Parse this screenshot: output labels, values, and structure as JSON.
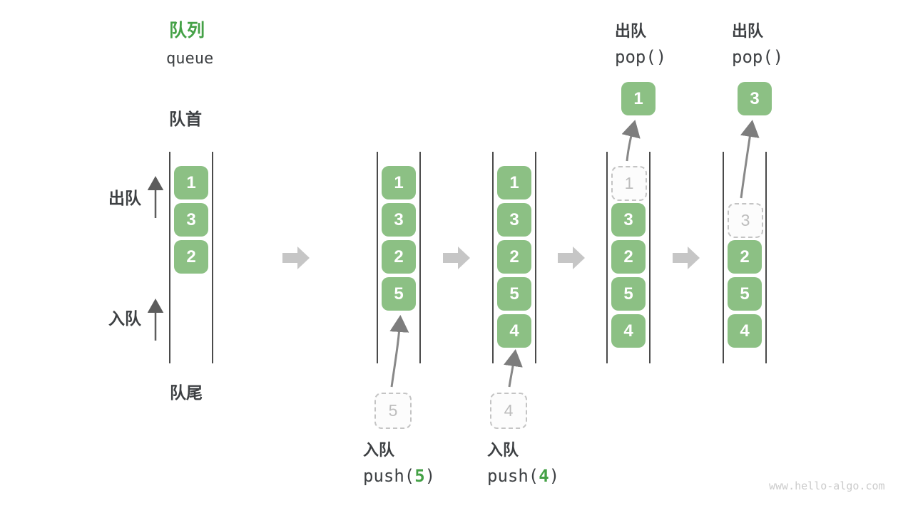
{
  "header": {
    "title_zh": "队列",
    "title_en": "queue"
  },
  "side_labels": {
    "front": "队首",
    "rear": "队尾",
    "dequeue": "出队",
    "enqueue": "入队"
  },
  "colors": {
    "accent_green": "#44a146",
    "box_green": "#8cc084",
    "ghost_gray": "#bdbdbd",
    "block_arrow_gray": "#c6c6c6",
    "line_dark": "#4a4a4a"
  },
  "columns": [
    {
      "slots": [
        "1",
        "3",
        "2"
      ]
    },
    {
      "slots": [
        "1",
        "3",
        "2",
        "5"
      ],
      "staging": "5"
    },
    {
      "slots": [
        "1",
        "3",
        "2",
        "5",
        "4"
      ],
      "staging": "4"
    },
    {
      "slots": [
        {
          "v": "1",
          "ghost": true
        },
        "3",
        "2",
        "5",
        "4"
      ],
      "popped": "1"
    },
    {
      "slots": [
        null,
        {
          "v": "3",
          "ghost": true
        },
        "2",
        "5",
        "4"
      ],
      "popped": "3"
    }
  ],
  "operations": {
    "push": [
      {
        "zh": "入队",
        "fn_open": "push(",
        "arg": "5",
        "fn_close": ")"
      },
      {
        "zh": "入队",
        "fn_open": "push(",
        "arg": "4",
        "fn_close": ")"
      }
    ],
    "pop": [
      {
        "zh": "出队",
        "fn": "pop()"
      },
      {
        "zh": "出队",
        "fn": "pop()"
      }
    ]
  },
  "watermark": "www.hello-algo.com"
}
